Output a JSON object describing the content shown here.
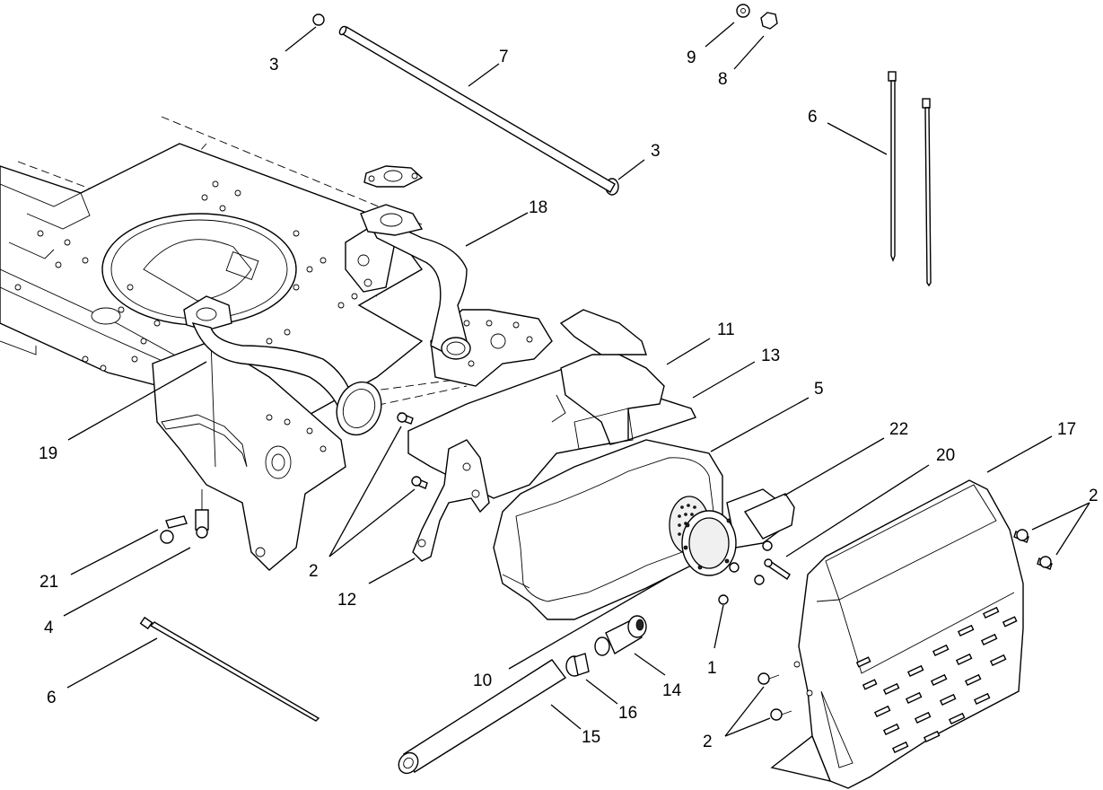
{
  "diagram": {
    "callouts": [
      "3",
      "7",
      "9",
      "8",
      "6",
      "3",
      "18",
      "11",
      "13",
      "5",
      "22",
      "20",
      "17",
      "2",
      "19",
      "2",
      "12",
      "21",
      "4",
      "6",
      "10",
      "1",
      "14",
      "16",
      "15",
      "2"
    ]
  }
}
